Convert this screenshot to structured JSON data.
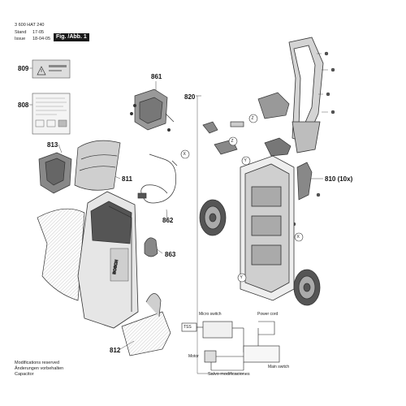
{
  "header": {
    "part_number": "3 600 HAT 240",
    "stand_label": "Stand",
    "stand_value": "17-05",
    "issue_label": "Issue",
    "issue_value": "18-04-05",
    "figure_label": "Fig. /Abb. 1"
  },
  "callouts": {
    "c809": "809",
    "c808": "808",
    "c813": "813",
    "c811": "811",
    "c812": "812",
    "c861": "861",
    "c862": "862",
    "c863": "863",
    "c820": "820",
    "c810": "810 (10x)"
  },
  "connection_marks": {
    "x": "X",
    "y": "Y",
    "z": "Z"
  },
  "wiring": {
    "micro_switch": "Micro switch",
    "power_cord": "Power cord",
    "tss": "TSS",
    "motor": "Motor",
    "main_switch": "Main switch"
  },
  "footer": {
    "line1": "Modifications reserved",
    "line2": "Änderungen vorbehalten",
    "line3": "Salvo modificaciones",
    "line4": "Capacitor"
  }
}
